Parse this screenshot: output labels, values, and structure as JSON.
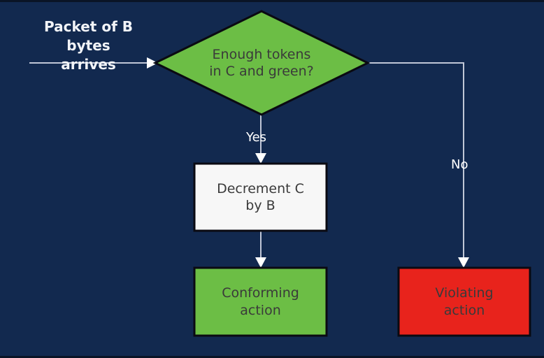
{
  "diagram": {
    "title": "Token bucket packet policing flowchart",
    "background_color": "#12294f",
    "edge_color": "#c0c6d6",
    "arrowhead_color": "#ffffff",
    "node_border_color": "#0a0a12"
  },
  "nodes": {
    "arrival_label": {
      "name": "packet-arrival-label",
      "line1": "Packet of B bytes",
      "line2": "arrives",
      "text_color": "#f2f4f8"
    },
    "decision": {
      "name": "enough-tokens-decision",
      "shape": "diamond",
      "line1": "Enough tokens",
      "line2": "in C and green?",
      "fill_color": "#6cbe45",
      "text_color": "#3a3a3a"
    },
    "decrement": {
      "name": "decrement-process",
      "shape": "rectangle",
      "line1": "Decrement C",
      "line2": "by B",
      "fill_color": "#f7f7f7",
      "text_color": "#3a3a3a"
    },
    "conforming": {
      "name": "conforming-action-terminal",
      "shape": "rectangle",
      "line1": "Conforming",
      "line2": "action",
      "fill_color": "#6cbe45",
      "text_color": "#2f3a33"
    },
    "violating": {
      "name": "violating-action-terminal",
      "shape": "rectangle",
      "line1": "Violating",
      "line2": "action",
      "fill_color": "#e8231c",
      "text_color": "#3a2020"
    }
  },
  "edges": {
    "yes_label": "Yes",
    "no_label": "No"
  }
}
